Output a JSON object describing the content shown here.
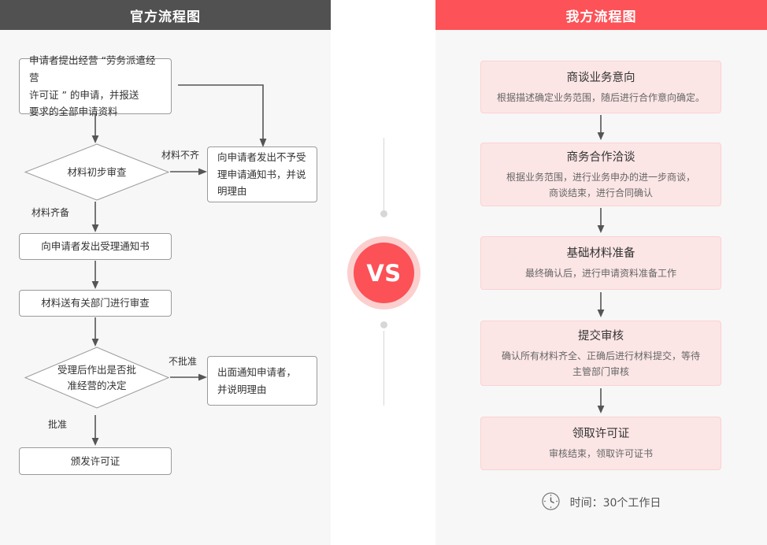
{
  "left_panel": {
    "header_title": "官方流程图",
    "header_color": "#515151",
    "nodes": {
      "n1": "申请者提出经营 “劳务派遣经营\n许可证 ” 的申请，并报送\n要求的全部申请资料",
      "n2": "材料初步审查",
      "n3": "向申请者发出不予受\n理申请通知书，并说\n明理由",
      "n4": "向申请者发出受理通知书",
      "n5": "材料送有关部门进行审查",
      "n6": "受理后作出是否批\n准经营的决定",
      "n7": "出面通知申请者，\n并说明理由",
      "n8": "颁发许可证"
    },
    "edge_labels": {
      "e1": "材料不齐",
      "e2": "材料齐备",
      "e3": "不批准",
      "e4": "批准"
    }
  },
  "center": {
    "vs_label": "VS",
    "badge_color": "#fb5157",
    "badge_ring_color": "#fccfcf",
    "line_color": "#d7d7d7"
  },
  "right_panel": {
    "header_title": "我方流程图",
    "header_color": "#fd5257",
    "box_fill": "#fce5e5",
    "box_border": "#fbd2d4",
    "steps": [
      {
        "title": "商谈业务意向",
        "desc": "根据描述确定业务范围，随后进行合作意向确定。"
      },
      {
        "title": "商务合作洽谈",
        "desc": "根据业务范围，进行业务申办的进一步商谈，\n商谈结束，进行合同确认"
      },
      {
        "title": "基础材料准备",
        "desc": "最终确认后，进行申请资料准备工作"
      },
      {
        "title": "提交审核",
        "desc": "确认所有材料齐全、正确后进行材料提交，等待\n主管部门审核"
      },
      {
        "title": "领取许可证",
        "desc": "审核结束，领取许可证书"
      }
    ],
    "footer": {
      "icon": "clock-icon",
      "text": "时间：30个工作日"
    }
  }
}
